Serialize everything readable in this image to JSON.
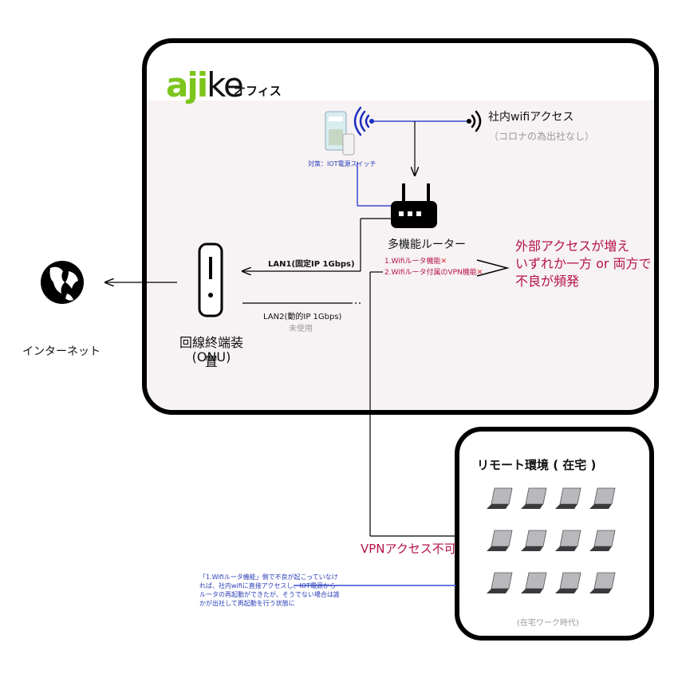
{
  "colors": {
    "frame": "#000000",
    "office_fill": "#f7f2f3",
    "logo_green": "#7cc51c",
    "alert_red": "#b5124a",
    "cross_red": "#e0202a",
    "note_blue": "#2a3fb8",
    "line_blue": "#3a4bd0",
    "muted_gray": "#9a9a9a"
  },
  "office": {
    "logo_text_colored": "aji",
    "logo_text_plain": "ke",
    "logo_sub": "オフィス"
  },
  "wifi": {
    "label": "社内wifiアクセス",
    "sub": "（コロナの為出社なし）"
  },
  "iot": {
    "caption": "対策：IOT電源スイッチ"
  },
  "router": {
    "label": "多機能ルーター",
    "function1": "1.Wifiルータ機能",
    "function2": "2.Wifiルータ付属のVPN機能",
    "cross": "✕"
  },
  "problem": {
    "line1": "外部アクセスが増え",
    "line2": "いずれか一方 or 両方で",
    "line3": "不良が頻発"
  },
  "onu": {
    "label": "回線終端装置",
    "sub": "(ONU)"
  },
  "lan": {
    "lan1": "LAN1(固定IP 1Gbps)",
    "lan2": "LAN2(動的IP 1Gbps)",
    "lan2_status": "未使用"
  },
  "internet": {
    "label": "インターネット"
  },
  "remote": {
    "title": "リモート環境 ( 在宅 )",
    "caption": "(在宅ワーク時代)",
    "laptop_count": 12
  },
  "vpn": {
    "label": "VPNアクセス不可"
  },
  "note": {
    "line1": "「1.Wifiルータ機能」側で不良が起こっていなけ",
    "line2": "れば、社内wifiに直接アクセスし、IOT電源から",
    "line3": "ルータの再起動ができたが、そうでない場合は誰",
    "line4": "かが出社して再起動を行う状態に"
  }
}
